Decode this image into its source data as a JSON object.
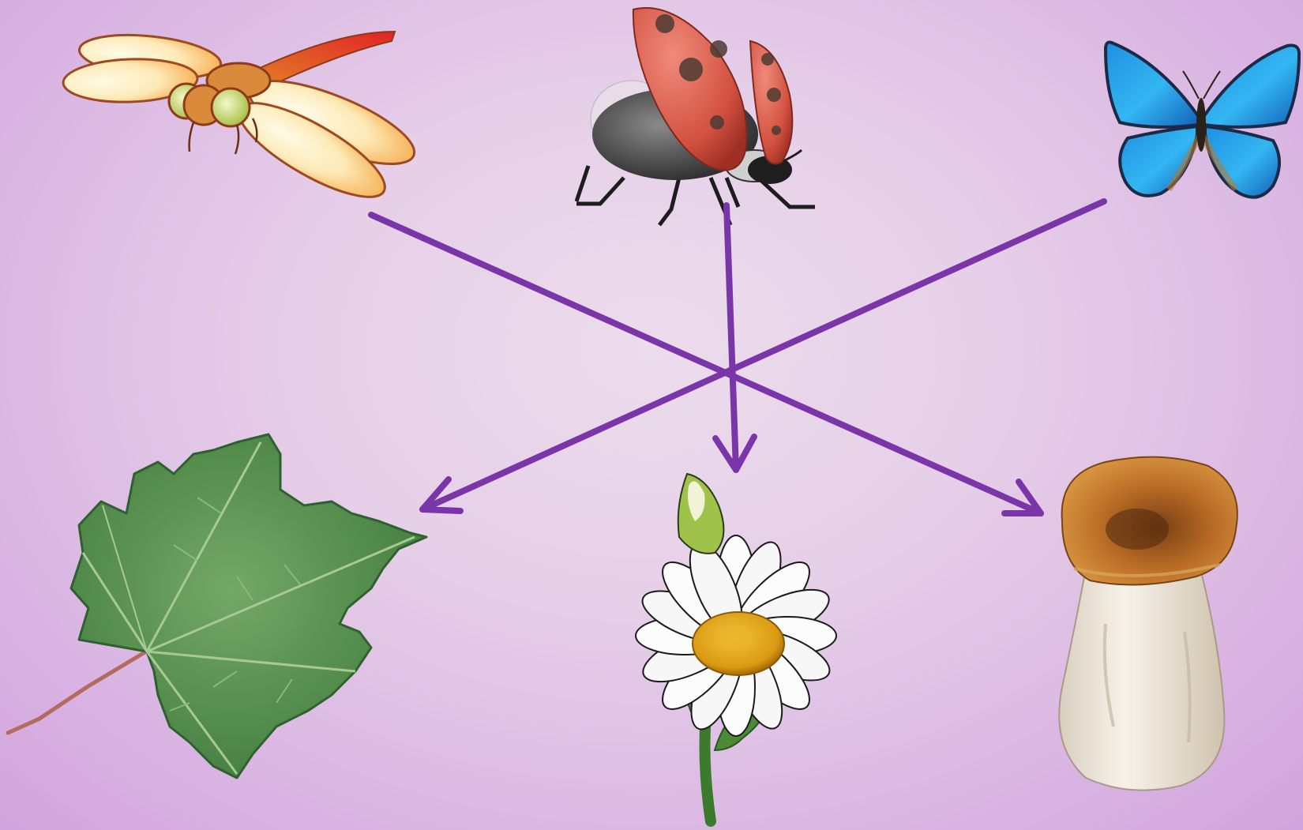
{
  "colors": {
    "background_center": "#ecdcec",
    "background_edge": "#d2a4de",
    "arrow": "#7a35a8"
  },
  "items": [
    {
      "name": "dragonfly-icon",
      "role": "insect"
    },
    {
      "name": "ladybug-icon",
      "role": "insect"
    },
    {
      "name": "butterfly-icon",
      "role": "insect"
    },
    {
      "name": "maple-leaf-icon",
      "role": "plant"
    },
    {
      "name": "daisy-flower-icon",
      "role": "plant"
    },
    {
      "name": "mushroom-icon",
      "role": "fungus"
    }
  ],
  "connections": [
    {
      "from": "butterfly",
      "to": "maple-leaf",
      "arrowhead": true
    },
    {
      "from": "ladybug",
      "to": "daisy-flower",
      "arrowhead": true
    },
    {
      "from": "dragonfly",
      "to": "mushroom",
      "arrowhead": true
    }
  ]
}
